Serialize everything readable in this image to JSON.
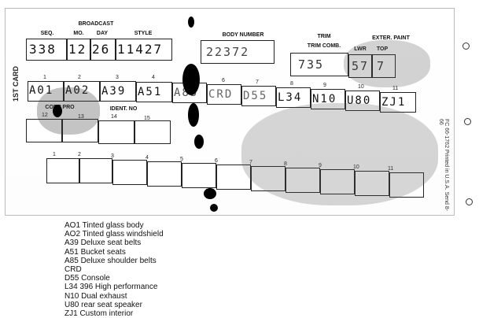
{
  "card": {
    "side_label": "1ST CARD",
    "form_number": "FC 66-1762 Printed in U.S.A. Send 8-66",
    "headers": {
      "broadcast": "BROADCAST",
      "seq": "SEQ.",
      "mo": "MO.",
      "day": "DAY",
      "style": "STYLE",
      "body_number": "BODY NUMBER",
      "trim": "TRIM",
      "trim_comb": "TRIM COMB.",
      "exter_paint": "EXTER. PAINT",
      "lwr": "LWR",
      "top": "TOP",
      "corp_pro": "CORP PRO",
      "ident_no": "IDENT. NO"
    },
    "row1_values": {
      "seq": "338",
      "mo": "12",
      "day": "26",
      "style": "11427",
      "body": "22372",
      "trim": "735",
      "lwr": "57",
      "top": "7"
    },
    "row2_numbers": [
      "1",
      "2",
      "3",
      "4",
      "5",
      "6",
      "7",
      "8",
      "9",
      "10",
      "11"
    ],
    "row2_codes": [
      "A01",
      "A02",
      "A39",
      "A51",
      "A85",
      "CRD",
      "D55",
      "L34",
      "N10",
      "U80",
      "ZJ1"
    ],
    "row3_numbers": [
      "12",
      "13",
      "14",
      "15"
    ],
    "row4_numbers": [
      "1",
      "2",
      "3",
      "4",
      "5",
      "6",
      "7",
      "8",
      "9",
      "10",
      "11"
    ]
  },
  "options": [
    "AO1 Tinted glass body",
    "AO2 Tinted glass windshield",
    "A39 Deluxe seat belts",
    "A51 Bucket seats",
    "A85 Deluxe shoulder belts",
    "CRD",
    "D55 Console",
    "L34 396 High performance",
    "N10 Dual exhaust",
    "U80 rear seat speaker",
    "ZJ1 Custom interior"
  ]
}
